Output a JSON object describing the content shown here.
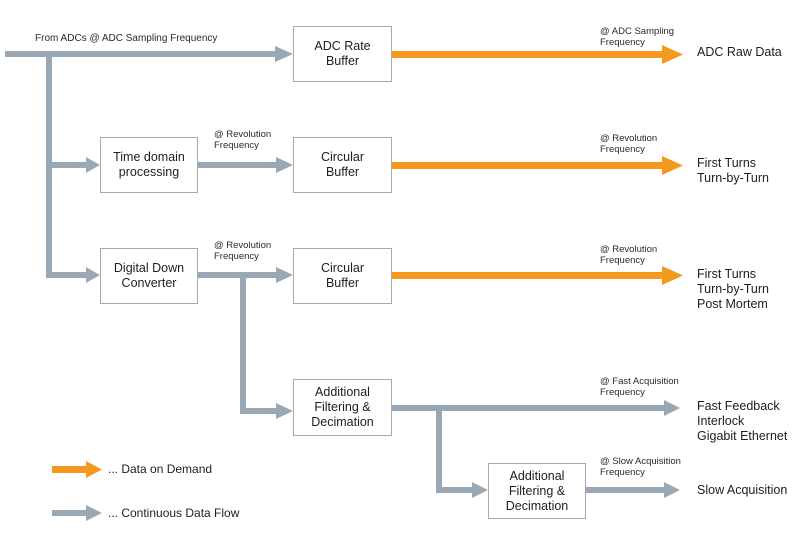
{
  "input_label": "From ADCs @ ADC Sampling Frequency",
  "boxes": {
    "adc_rate_buffer": "ADC Rate\nBuffer",
    "time_domain": "Time domain\nprocessing",
    "circular_buffer_1": "Circular\nBuffer",
    "digital_down_converter": "Digital Down\nConverter",
    "circular_buffer_2": "Circular\nBuffer",
    "additional_filtering_1": "Additional\nFiltering &\nDecimation",
    "additional_filtering_2": "Additional\nFiltering &\nDecimation"
  },
  "freq_labels": {
    "adc_sampling": "@ ADC Sampling\nFrequency",
    "rev_td": "@ Revolution\nFrequency",
    "rev_cb1": "@ Revolution\nFrequency",
    "rev_ddc": "@ Revolution\nFrequency",
    "rev_cb2": "@ Revolution\nFrequency",
    "fast_acq": "@ Fast  Acquisition\nFrequency",
    "slow_acq": "@ Slow Acquisition\nFrequency"
  },
  "outputs": {
    "adc_raw": "ADC Raw Data",
    "first_turns_1": "First Turns\nTurn-by-Turn",
    "first_turns_2": "First Turns\nTurn-by-Turn\nPost Mortem",
    "fast_feedback": "Fast Feedback\nInterlock\nGigabit Ethernet",
    "slow_acquisition": "Slow Acquisition"
  },
  "legend": {
    "on_demand": "... Data on Demand",
    "continuous": "... Continuous Data Flow"
  },
  "colors": {
    "on_demand": "#f39a1e",
    "continuous": "#9aa7b5"
  }
}
